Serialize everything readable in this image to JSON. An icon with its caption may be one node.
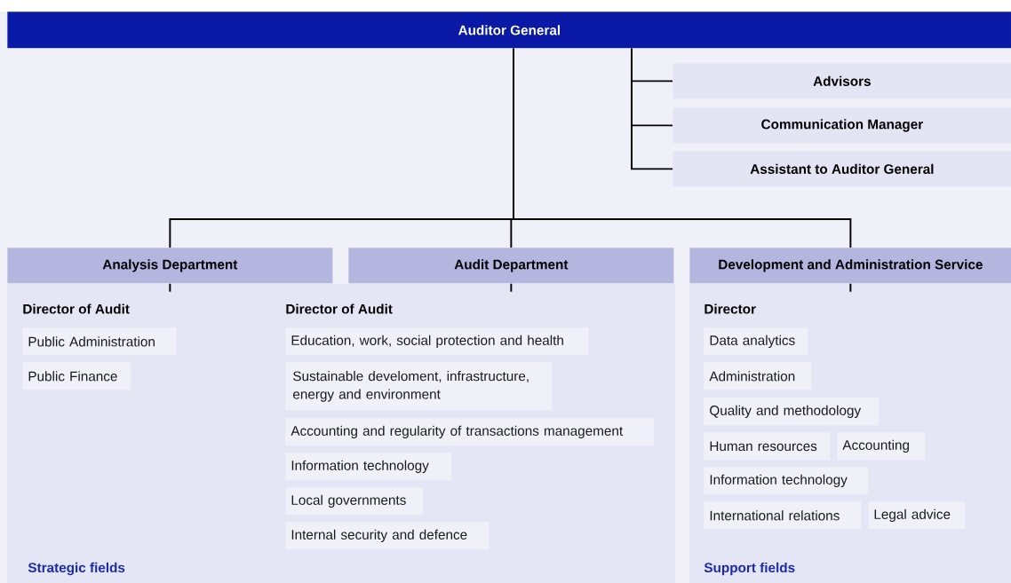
{
  "diagram": {
    "nodes": [
      {
        "text": [
          "Auditor General"
        ]
      },
      {
        "text": [
          "Advisors"
        ]
      },
      {
        "text": [
          "Communication Manager"
        ]
      },
      {
        "text": [
          "Assistant to Auditor General"
        ]
      },
      {
        "text": [
          "Analysis Department"
        ]
      },
      {
        "text": [
          "Audit Department"
        ]
      },
      {
        "text": [
          "Development and Administration Service"
        ]
      },
      {
        "text": [
          "Director of Audit",
          "Director of Audit",
          "Strategic fields"
        ]
      },
      {
        "text": [
          "Public Administration"
        ],
        "in": 7
      },
      {
        "text": [
          "Public Finance"
        ],
        "in": 7
      },
      {
        "text": [
          "Education, work, social protection and health"
        ],
        "in": 7
      },
      {
        "text": [
          "Sustainable develoment, infrastructure, energy and environment"
        ],
        "in": 7
      },
      {
        "text": [
          "Accounting and regularity of transactions management"
        ],
        "in": 7
      },
      {
        "text": [
          "Information technology"
        ],
        "in": 7
      },
      {
        "text": [
          "Local governments"
        ],
        "in": 7
      },
      {
        "text": [
          "Internal security and defence"
        ],
        "in": 7
      },
      {
        "text": [
          "Director",
          "Support fields"
        ]
      },
      {
        "text": [
          "Data analytics"
        ],
        "in": 16
      },
      {
        "text": [
          "Administration"
        ],
        "in": 16
      },
      {
        "text": [
          "Quality and methodology"
        ],
        "in": 16
      },
      {
        "text": [
          "Human resources"
        ],
        "in": 16
      },
      {
        "text": [
          "Accounting"
        ],
        "in": 16
      },
      {
        "text": [
          "Information technology"
        ],
        "in": 16
      },
      {
        "text": [
          "International relations"
        ],
        "in": 16
      },
      {
        "text": [
          "Legal advice"
        ],
        "in": 16
      }
    ],
    "edges": [
      {
        "from": 0,
        "to": 1,
        "arrow": "none"
      },
      {
        "from": 0,
        "to": 2,
        "arrow": "none"
      },
      {
        "from": 0,
        "to": 3,
        "arrow": "none"
      },
      {
        "from": 0,
        "to": 4,
        "arrow": "none"
      },
      {
        "from": 0,
        "to": 5,
        "arrow": "none"
      },
      {
        "from": 0,
        "to": 6,
        "arrow": "none"
      }
    ]
  }
}
